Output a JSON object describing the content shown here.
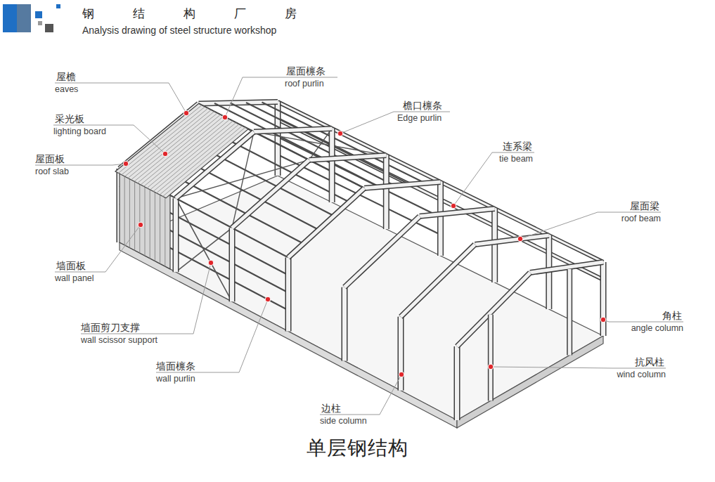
{
  "diagram": {
    "title": "钢结构厂房",
    "caption": "单层钢结构",
    "labels": [
      "Analysis drawing of steel structure workshop",
      "屋檐",
      "eaves",
      "采光板",
      "lighting board",
      "屋面板",
      "roof slab",
      "墙面板",
      "wall panel",
      "墙面剪刀支撑",
      "wall scissor support",
      "墙面檩条",
      "wall purlin",
      "边柱",
      "side column",
      "屋面檩条",
      "roof purlin",
      "檐口檩条",
      "Edge purlin",
      "连系梁",
      "tie beam",
      "屋面梁",
      "roof beam",
      "角柱",
      "angle column",
      "抗风柱",
      "wind column"
    ]
  }
}
